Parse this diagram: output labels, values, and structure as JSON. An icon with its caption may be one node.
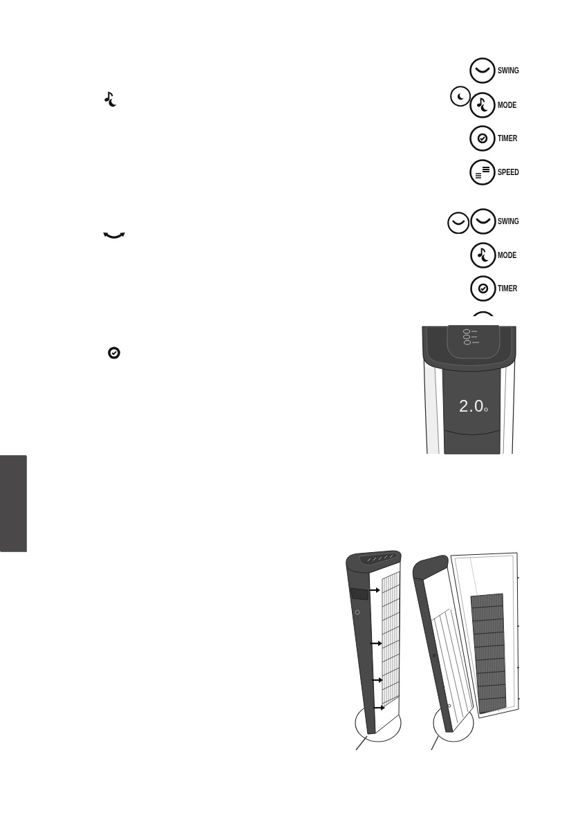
{
  "diagram": {
    "nodes": [
      {
        "text": [],
        "shape": "bar"
      }
    ],
    "labels": [
      "SWING",
      "MODE",
      "TIMER",
      "SPEED",
      "SWING",
      "MODE",
      "TIMER",
      "2.0"
    ]
  }
}
